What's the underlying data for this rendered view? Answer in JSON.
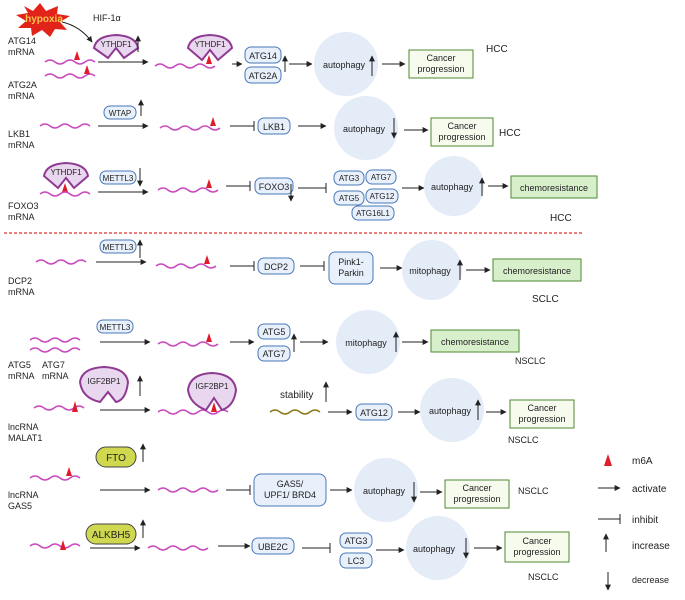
{
  "rows": [
    {
      "id": "hcc1",
      "labels": [
        "ATG14\nmRNA",
        "ATG2A\nmRNA"
      ],
      "cause": "hypoxia",
      "cause_note": "HIF-1α",
      "reader": "YTHDF1",
      "reader_dir": "up",
      "targets": [
        "ATG14",
        "ATG2A"
      ],
      "target_dir": "up",
      "process": "autophagy",
      "process_dir": "up",
      "outcome": "Cancer\nprogression",
      "disease": "HCC"
    },
    {
      "id": "hcc2",
      "labels": [
        "LKB1\nmRNA"
      ],
      "writer": "WTAP",
      "writer_dir": "up",
      "target": "LKB1",
      "process": "autophagy",
      "process_dir": "down",
      "outcome": "Cancer\nprogression",
      "disease": "HCC"
    },
    {
      "id": "hcc3",
      "labels": [
        "FOXO3\nmRNA"
      ],
      "reader": "YTHDF1",
      "writer": "METTL3",
      "writer_dir": "down",
      "target": "FOXO3",
      "target_dir": "down",
      "cluster": [
        "ATG3",
        "ATG7",
        "ATG5",
        "ATG12",
        "ATG16L1"
      ],
      "process": "autophagy",
      "process_dir": "up",
      "outcome": "chemoresistance",
      "disease": "HCC"
    },
    {
      "id": "sclc",
      "labels": [
        "DCP2\nmRNA"
      ],
      "writer": "METTL3",
      "writer_dir": "up",
      "target": "DCP2",
      "target2": "Pink1-\nParkin",
      "process": "mitophagy",
      "process_dir": "up",
      "outcome": "chemoresistance",
      "disease": "SCLC"
    },
    {
      "id": "nsclc1",
      "labels": [
        "ATG5\nmRNA",
        "ATG7\nmRNA"
      ],
      "writer": "METTL3",
      "targets": [
        "ATG5",
        "ATG7"
      ],
      "target_dir": "up",
      "process": "mitophagy",
      "process_dir": "up",
      "outcome": "chemoresistance",
      "disease": "NSCLC"
    },
    {
      "id": "nsclc2",
      "labels": [
        "lncRNA\nMALAT1"
      ],
      "reader": "IGF2BP1",
      "stability": "stability",
      "stability_dir": "up",
      "target": "ATG12",
      "process": "autophagy",
      "process_dir": "up",
      "outcome": "Cancer\nprogression",
      "disease": "NSCLC"
    },
    {
      "id": "nsclc3",
      "labels": [
        "lncRNA\nGAS5"
      ],
      "eraser": "FTO",
      "eraser_dir": "up",
      "target": "GAS5/\nUPF1/ BRD4",
      "process": "autophagy",
      "process_dir": "down",
      "outcome": "Cancer\nprogression",
      "disease": "NSCLC"
    },
    {
      "id": "nsclc4",
      "labels": [],
      "eraser": "ALKBH5",
      "eraser_dir": "up",
      "target": "UBE2C",
      "targets2": [
        "ATG3",
        "LC3"
      ],
      "process": "autophagy",
      "process_dir": "down",
      "outcome": "Cancer\nprogression",
      "disease": "NSCLC"
    }
  ],
  "legend": [
    {
      "symbol": "m6a",
      "label": "m6A"
    },
    {
      "symbol": "activate",
      "label": "activate"
    },
    {
      "symbol": "inhibit",
      "label": "inhibit"
    },
    {
      "symbol": "increase",
      "label": "increase"
    },
    {
      "symbol": "decrease",
      "label": "decrease"
    }
  ],
  "colors": {
    "rna": "#c94bbf",
    "m6a": "#e01b2a",
    "protein_fill": "#e8f0fb",
    "protein_stroke": "#4a78b8",
    "bubble": "#e4ecf8",
    "outcome_fill": "#f6fbee",
    "outcome_stroke": "#4e8a32",
    "chemo_fill": "#d8efcc",
    "reader_fill": "#e9d7ef",
    "reader_stroke": "#8e3a92",
    "eraser_fill": "#cfd84f",
    "divider": "#e0322f",
    "stability_line": "#8c7a1c",
    "hypoxia_fill": "#e2231a",
    "hypoxia_text": "#f7c64a"
  }
}
